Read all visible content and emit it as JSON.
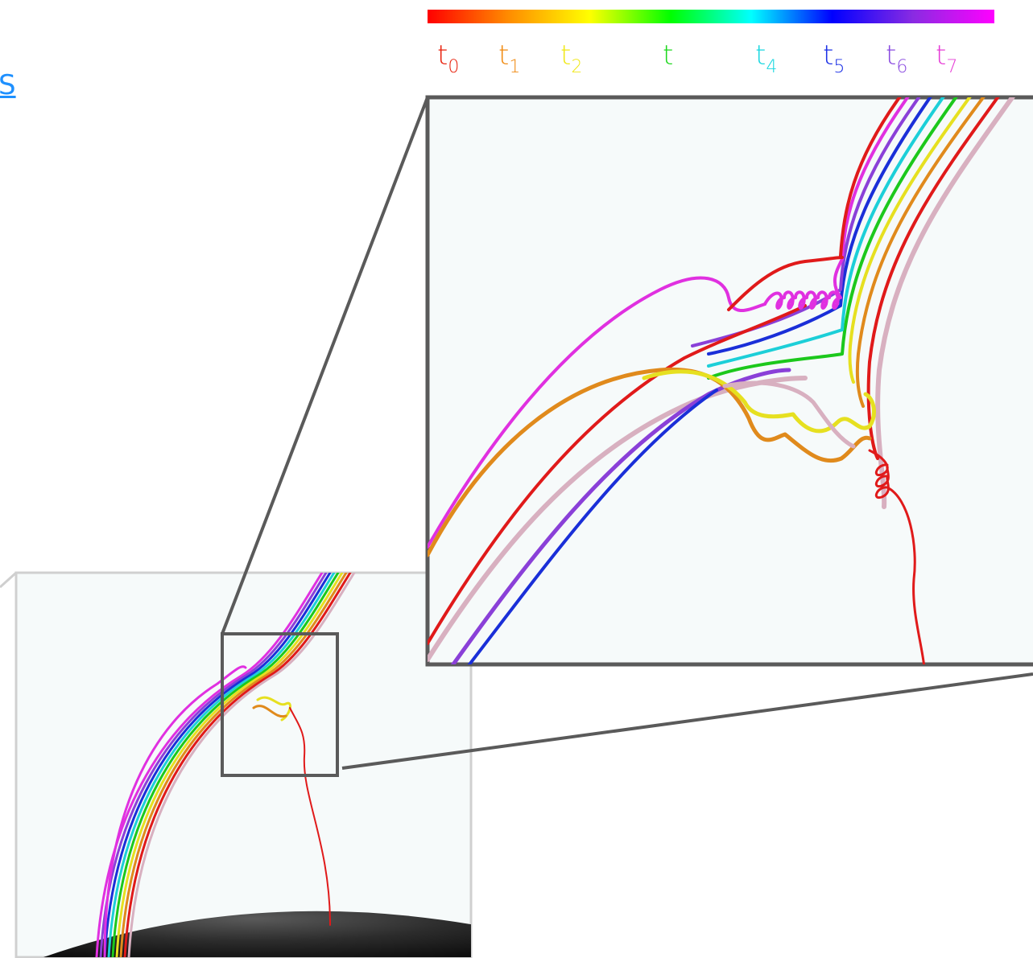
{
  "top_left_link": "S",
  "colorbar": {
    "stops": [
      "#ff0000",
      "#ff8c00",
      "#ffff00",
      "#00ff00",
      "#00ffff",
      "#0000ff",
      "#8a2be2",
      "#ff00ff"
    ]
  },
  "time_labels": [
    {
      "base": "t",
      "sub": "0",
      "color": "#e8230e"
    },
    {
      "base": "t",
      "sub": "1",
      "color": "#f08a10"
    },
    {
      "base": "t",
      "sub": "2",
      "color": "#f0e818"
    },
    {
      "base": "t",
      "sub": "",
      "color": "#1ed81e"
    },
    {
      "base": "t",
      "sub": "4",
      "color": "#19d7e0"
    },
    {
      "base": "t",
      "sub": "5",
      "color": "#1a2fe6"
    },
    {
      "base": "t",
      "sub": "6",
      "color": "#8a4be0"
    },
    {
      "base": "t",
      "sub": "7",
      "color": "#e63cd6"
    }
  ],
  "line_colors": {
    "red": "#e01a1a",
    "orange": "#e08a1c",
    "yellow": "#e6e020",
    "green": "#1cc81c",
    "cyan": "#1ccfd8",
    "blue": "#1a2fd8",
    "purple": "#8a40d8",
    "magenta": "#e030e0",
    "pink": "#d8b0c0"
  },
  "frame_color": "#5a5a5a",
  "panel_background": "#f6fafa"
}
